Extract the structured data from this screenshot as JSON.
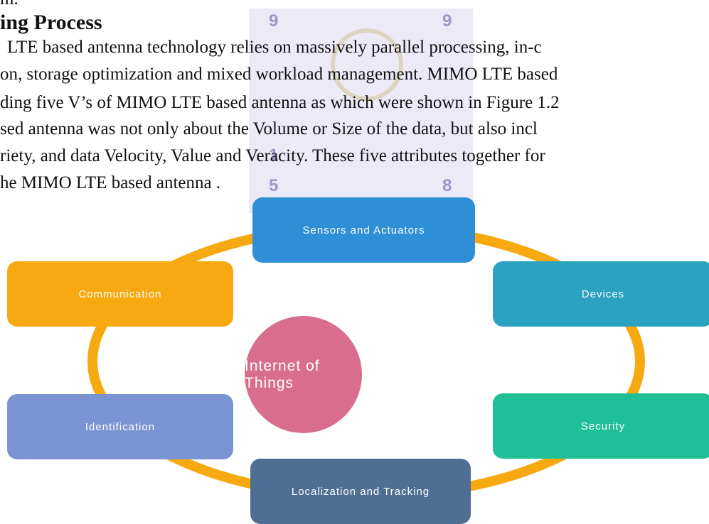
{
  "document": {
    "top_fragment": "m.",
    "heading": "ing Process",
    "paragraph_lines": [
      "LTE based antenna technology relies on massively parallel processing, in-c",
      "on, storage optimization and mixed workload management. MIMO LTE based",
      "ding five V’s of MIMO LTE based antenna as which were shown in Figure 1.2",
      "sed antenna was not only about the Volume or Size of the data, but also incl",
      "riety, and data Velocity, Value and Veracity. These five attributes together for",
      "he MIMO LTE based antenna ."
    ],
    "watermark_digits": [
      "9",
      "9",
      "1",
      "5",
      "8"
    ]
  },
  "diagram": {
    "center_label": "Internet of Things",
    "nodes": [
      {
        "label": "Sensors and Actuators",
        "color": "#2f8fd6"
      },
      {
        "label": "Devices",
        "color": "#2aa2c0"
      },
      {
        "label": "Security",
        "color": "#1fc097"
      },
      {
        "label": "Localization and Tracking",
        "color": "#4e6e93"
      },
      {
        "label": "Identification",
        "color": "#7a93d2"
      },
      {
        "label": "Communication",
        "color": "#f7a912"
      }
    ],
    "ring_color": "#f7a912"
  }
}
